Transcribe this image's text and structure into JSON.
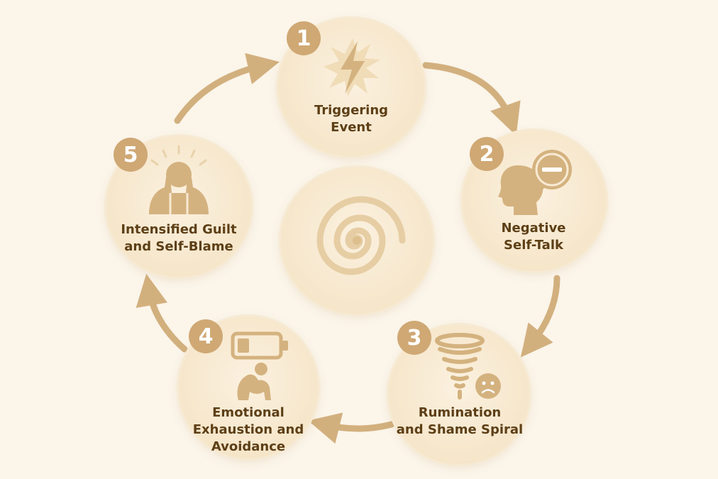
{
  "steps": [
    {
      "number": "1",
      "label_line1": "Triggering",
      "label_line2": "Event",
      "icon": "lightning-icon"
    },
    {
      "number": "2",
      "label_line1": "Negative",
      "label_line2": "Self-Talk",
      "icon": "head-speech-minus-icon"
    },
    {
      "number": "3",
      "label_line1": "Rumination",
      "label_line2": "and Shame Spiral",
      "icon": "tornado-sad-face-icon"
    },
    {
      "number": "4",
      "label_line1": "Emotional",
      "label_line2": "Exhaustion and",
      "label_line3": "Avoidance",
      "icon": "low-battery-crouching-person-icon"
    },
    {
      "number": "5",
      "label_line1": "Intensified Guilt",
      "label_line2": "and Self-Blame",
      "icon": "person-head-in-hands-icon"
    }
  ],
  "center": {
    "icon": "spiral-icon"
  },
  "colors": {
    "background": "#fbf5ea",
    "circle_fill": "#f6e6ca",
    "badge": "#cfa874",
    "arrow": "#d2b07e",
    "text": "#5d3f16",
    "icon": "#d4b27f"
  }
}
